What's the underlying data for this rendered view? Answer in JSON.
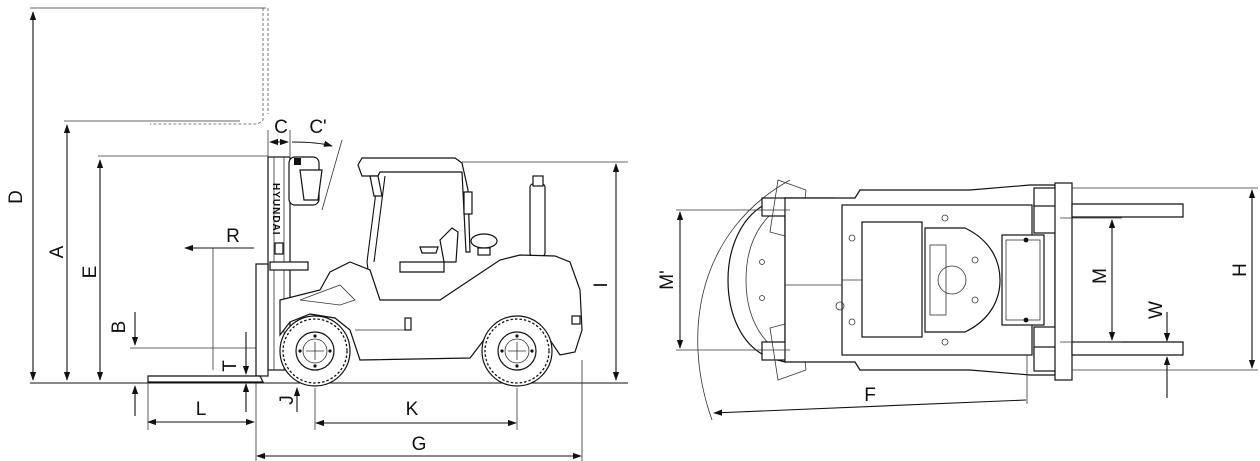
{
  "diagram": {
    "side_view_labels": {
      "A": "A",
      "B": "B",
      "C": "C",
      "C_prime": "C'",
      "D": "D",
      "E": "E",
      "G": "G",
      "I": "I",
      "J": "J",
      "K": "K",
      "L": "L",
      "R": "R",
      "T": "T"
    },
    "mast_text": "HYUNDAI",
    "top_view_labels": {
      "F": "F",
      "H": "H",
      "M": "M",
      "M_prime": "M'",
      "W": "W"
    }
  }
}
